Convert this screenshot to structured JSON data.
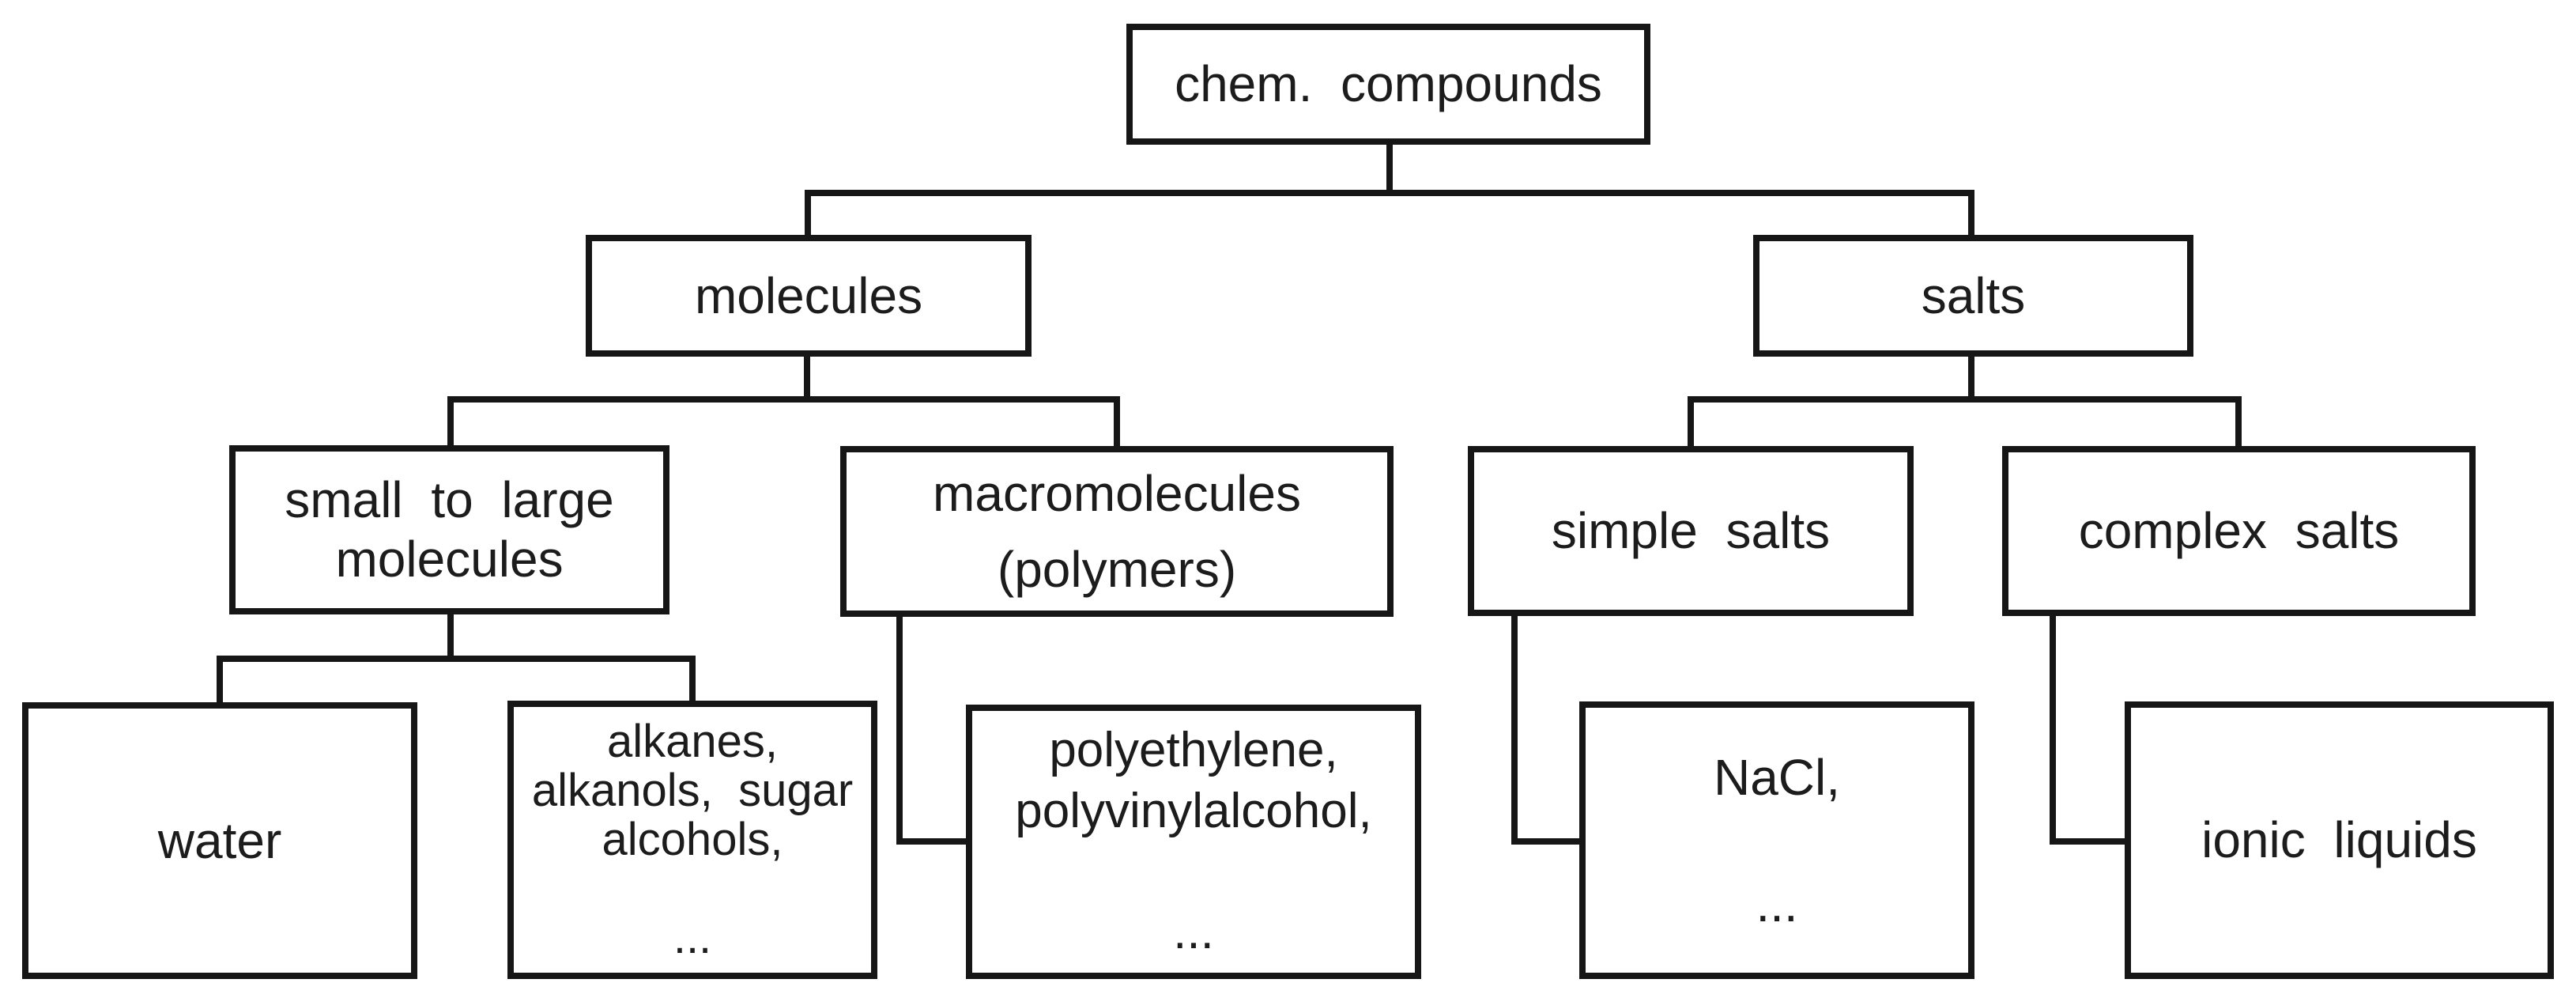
{
  "diagram": {
    "type": "tree",
    "root": "chem. compounds",
    "colors": {
      "line": "#161616",
      "text": "#1c1c1c",
      "background": "#ffffff",
      "box_fill": "#ffffff"
    }
  },
  "nodes": {
    "chem_compounds": {
      "label": "chem. compounds"
    },
    "molecules": {
      "label": "molecules"
    },
    "salts": {
      "label": "salts"
    },
    "small_to_large": {
      "label": "small to large\nmolecules"
    },
    "macromolecules": {
      "label": "macromolecules\n(polymers)"
    },
    "simple_salts": {
      "label": "simple salts"
    },
    "complex_salts": {
      "label": "complex salts"
    },
    "water": {
      "label": "water"
    },
    "alkanes": {
      "label": "alkanes,\nalkanols, sugar\nalcohols,\n\n..."
    },
    "polyethylene": {
      "label": "polyethylene,\npolyvinylalcohol,\n\n..."
    },
    "nacl": {
      "label": "NaCl,\n\n..."
    },
    "ionic_liquids": {
      "label": "ionic liquids"
    }
  },
  "edges": [
    [
      "chem. compounds",
      "molecules"
    ],
    [
      "chem. compounds",
      "salts"
    ],
    [
      "molecules",
      "small to large molecules"
    ],
    [
      "molecules",
      "macromolecules (polymers)"
    ],
    [
      "salts",
      "simple salts"
    ],
    [
      "salts",
      "complex salts"
    ],
    [
      "small to large molecules",
      "water"
    ],
    [
      "small to large molecules",
      "alkanes, alkanols, sugar alcohols, ..."
    ],
    [
      "macromolecules (polymers)",
      "polyethylene, polyvinylalcohol, ..."
    ],
    [
      "simple salts",
      "NaCl, ..."
    ],
    [
      "complex salts",
      "ionic liquids"
    ]
  ]
}
